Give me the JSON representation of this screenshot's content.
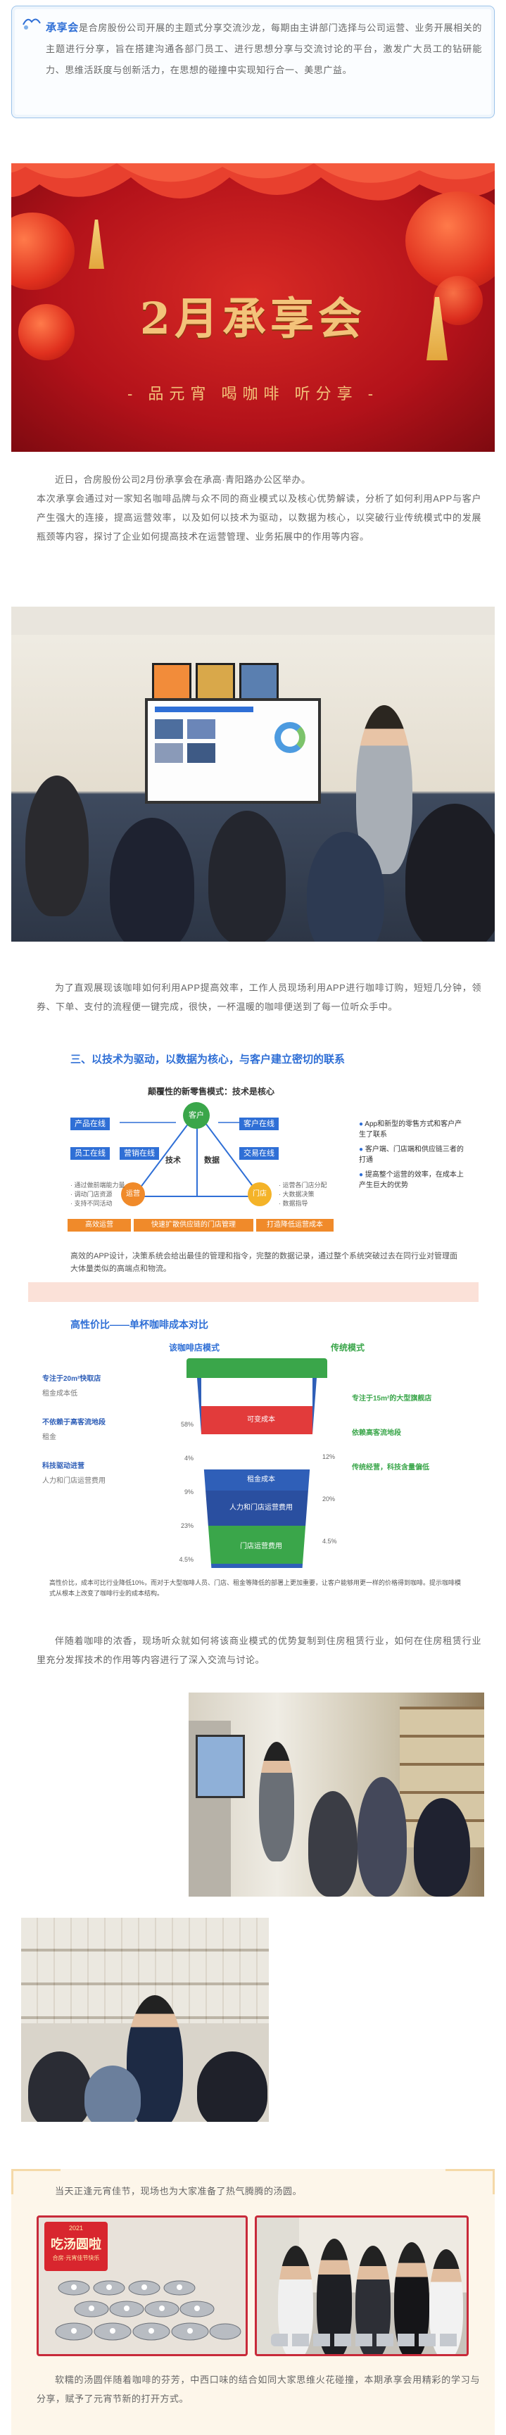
{
  "intro": {
    "lead": "承享会",
    "text": "是合房股份公司开展的主题式分享交流沙龙，每期由主讲部门选择与公司运营、业务开展相关的主题进行分享，旨在搭建沟通各部门员工、进行思想分享与交流讨论的平台，激发广大员工的钻研能力、思维活跃度与创新活力，在思想的碰撞中实现知行合一、美思广益。"
  },
  "banner": {
    "title": "2月承享会",
    "subtitle": "- 品元宵  喝咖啡  听分享 -"
  },
  "para1": "近日，合房股份公司2月份承享会在承高·青阳路办公区举办。\n本次承享会通过对一家知名咖啡品牌与众不同的商业模式以及核心优势解读，分析了如何利用APP与客户产生强大的连接，提高运营效率，以及如何以技术为驱动，以数据为核心，以突破行业传统模式中的发展瓶颈等内容，探讨了企业如何提高技术在运营管理、业务拓展中的作用等内容。",
  "para2": "为了直观展现该咖啡如何利用APP提高效率，工作人员现场利用APP进行咖啡订购，短短几分钟，领券、下单、支付的流程便一键完成，很快，一杯温暖的咖啡便送到了每一位听众手中。",
  "slide": {
    "heading": "三、以技术为驱动，以数据为核心，与客户建立密切的联系",
    "subheading": "颠覆性的新零售模式：技术是核心",
    "center_top": "客户",
    "center_left": "技术",
    "center_right": "数据",
    "node_left": "运营",
    "node_right": "门店",
    "boxes_left": [
      "产品在线",
      "员工在线",
      "营销在线"
    ],
    "boxes_right": [
      "客户在线",
      "交易在线"
    ],
    "bullets": [
      "App和新型的零售方式和客户产生了联系",
      "客户端、门店端和供应链三者的打通",
      "提高整个运营的效率，在成本上产生巨大的优势"
    ],
    "small_left": [
      "· 通过做前端能力量",
      "· 调动门店资源",
      "· 支持不同活动"
    ],
    "small_right": [
      "· 运营各门店分配",
      "· 大数据决策",
      "· 数据指导"
    ],
    "bar_left": "高效运营",
    "bar_mid": "快速扩散供应链的门店管理",
    "bar_right": "打造降低运营成本",
    "caption": "高效的APP设计，决策系统会给出最佳的管理和指令，完整的数据记录，通过整个系统突破过去在同行业对管理面大体量类似的高端点和物流。",
    "section2_title": "高性价比——单杯咖啡成本对比",
    "col_left": "该咖啡店模式",
    "col_right": "传统模式",
    "left_items": [
      "专注于20m²快取店",
      "租金成本低",
      "不依赖于高客流地段",
      "租金",
      "科技驱动进营",
      "人力和门店运营费用"
    ],
    "right_items": [
      "专注于15m²的大型旗舰店",
      "依赖高客流地段",
      "传统经营，科技含量偏低"
    ],
    "cup_labels": [
      "可变成本",
      "租金成本",
      "人力和门店运营费用",
      "门店运营费用"
    ],
    "pct_left": [
      "58%",
      "4%",
      "9%",
      "23%",
      "4.5%"
    ],
    "pct_right": [
      "12%",
      "20%",
      "4.5%"
    ],
    "footnote": "高性价比，成本可比行业降低10%，而对于大型咖啡人员、门店、租金等降低的部署上更加重要，让客户能够用更一样的价格得到咖啡。提示咖啡模式从根本上改变了咖啡行业的成本结构。"
  },
  "para3": "伴随着咖啡的浓香，现场听众就如何将该商业模式的优势复制到住房租赁行业，如何在住房租赁行业里充分发挥技术的作用等内容进行了深入交流与讨论。",
  "para4": "当天正逢元宵佳节，现场也为大家准备了热气腾腾的汤圆。",
  "poster": {
    "year": "2021",
    "title": "吃汤圆啦",
    "sub": "合房·元宵佳节快乐"
  },
  "para5": "软糯的汤圆伴随着咖啡的芬芳，中西口味的结合如同大家思维火花碰撞，本期承享会用精彩的学习与分享，赋予了元宵节新的打开方式。",
  "colors": {
    "accent": "#2f6fd6",
    "banner_red": "#c8161d",
    "gold": "#f3c37a",
    "orange": "#f08a2a",
    "green": "#3aa64a"
  }
}
